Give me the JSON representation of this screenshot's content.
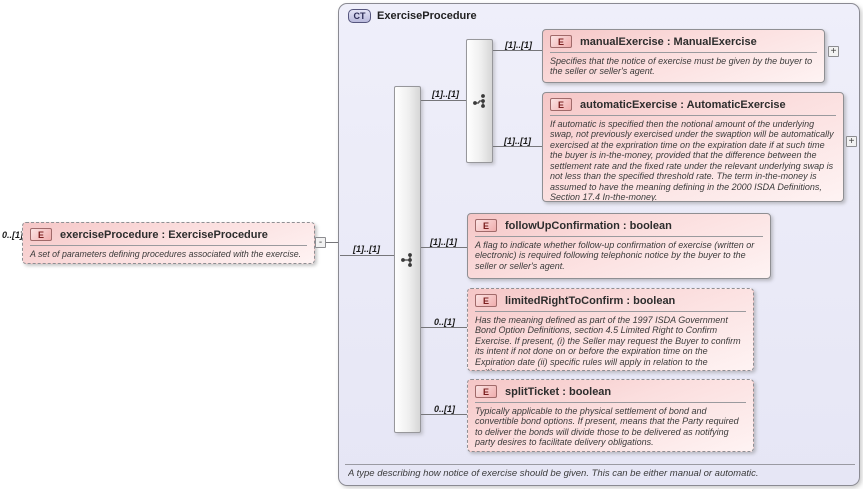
{
  "icons": {
    "collapse": "-",
    "expand": "+"
  },
  "colors": {
    "element_fill_top": "#f5c6c6",
    "element_fill_bottom": "#fef3f3",
    "container_fill": "#e9e9f7",
    "badge_e_text": "#7c2020",
    "badge_ct_text": "#2c2c56"
  },
  "root": {
    "cardinality": "0..[1]",
    "badge": "E",
    "title": "exerciseProcedure : ExerciseProcedure",
    "annotation": "A set of parameters defining procedures associated with the exercise."
  },
  "complex_type": {
    "badge": "CT",
    "title": "ExerciseProcedure",
    "annotation": "A type describing how notice of exercise should be given. This can be either manual or automatic.",
    "sequence_cardinality": "[1]..[1]",
    "choice_cardinality": "[1]..[1]"
  },
  "children": [
    {
      "badge": "E",
      "title": "manualExercise : ManualExercise",
      "cardinality": "[1]..[1]",
      "annotation": "Specifies that the notice of exercise must be given by the buyer to the seller or seller's agent."
    },
    {
      "badge": "E",
      "title": "automaticExercise : AutomaticExercise",
      "cardinality": "[1]..[1]",
      "annotation": "If automatic is specified then the notional amount of the underlying swap, not previously exercised under the swaption will be automatically exercised at the expriration time on the expiration date if at such time the buyer is in-the-money, provided that the difference between the settlement rate and the fixed rate under the relevant underlying swap is not less than the specified threshold rate. The term in-the-money is assumed to have the meaning defining in the 2000 ISDA Definitions, Section 17.4 In-the-money."
    },
    {
      "badge": "E",
      "title": "followUpConfirmation : boolean",
      "cardinality": "[1]..[1]",
      "annotation": "A flag to indicate whether follow-up confirmation of exercise (written or electronic) is required following telephonic notice by the buyer to the seller or seller's agent."
    },
    {
      "badge": "E",
      "title": "limitedRightToConfirm : boolean",
      "cardinality": "0..[1]",
      "annotation": "Has the meaning defined as part of the 1997 ISDA Government Bond Option Definitions, section 4.5 Limited Right to Confirm Exercise. If present, (i) the Seller may request the Buyer to confirm its intent if not done on or before the expiration time on the Expiration date (ii) specific rules will apply in relation to the settlement mode."
    },
    {
      "badge": "E",
      "title": "splitTicket : boolean",
      "cardinality": "0..[1]",
      "annotation": "Typically applicable to the physical settlement of bond and convertible bond options. If present, means that the Party required to deliver the bonds will divide those to be delivered as notifying party desires to facilitate delivery obligations."
    }
  ]
}
